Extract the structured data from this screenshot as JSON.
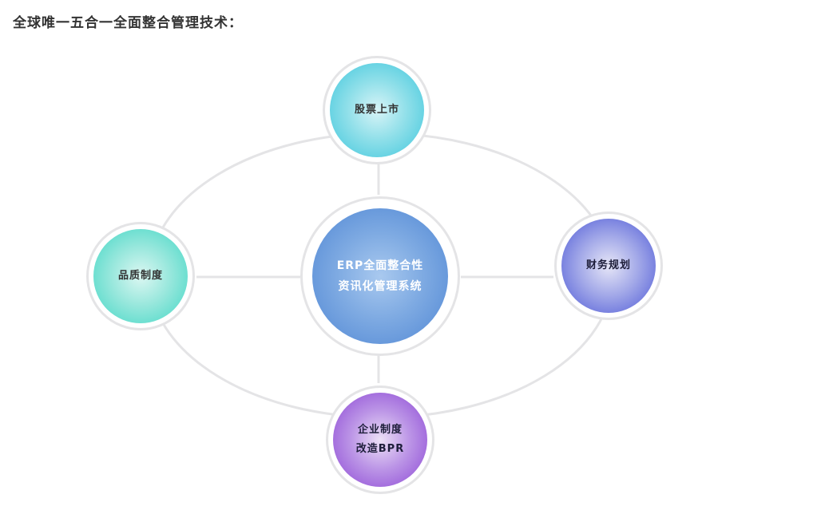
{
  "title": "全球唯一五合一全面整合管理技术：",
  "nodes": {
    "center": {
      "line1": "ERP全面整合性",
      "line2": "资讯化管理系统",
      "color": "#5a8ed8"
    },
    "top": {
      "line1": "股票上市",
      "color": "#3cc6dc"
    },
    "left": {
      "line1": "品质制度",
      "color": "#3ed6c4"
    },
    "right": {
      "line1": "财务规划",
      "color": "#4a5ad6"
    },
    "bottom": {
      "line1": "企业制度",
      "line2": "改造BPR",
      "color": "#8e4ad6"
    }
  },
  "colors": {
    "connector": "#e4e4e6",
    "ring": "#e4e4e6",
    "text": "#333333"
  }
}
